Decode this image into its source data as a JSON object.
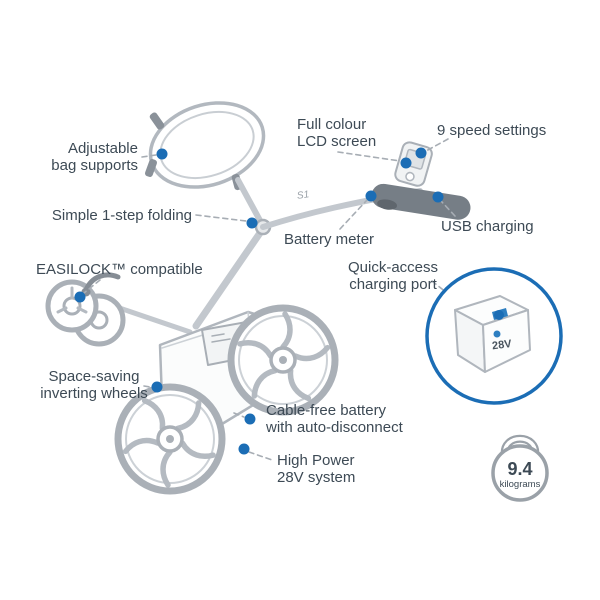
{
  "colors": {
    "accent_blue": "#1b6db5",
    "art_gray": "#b2b8bf",
    "text": "#3d4a55",
    "leader_gray": "#a7adb4"
  },
  "labels": {
    "adjustable_bag": "Adjustable\nbag supports",
    "full_colour_lcd": "Full colour\nLCD screen",
    "nine_speed": "9 speed settings",
    "simple_folding": "Simple 1-step folding",
    "battery_meter": "Battery meter",
    "usb_charging": "USB charging",
    "easilock": "EASILOCK™ compatible",
    "quick_access": "Quick-access\ncharging port",
    "space_saving": "Space-saving\ninverting wheels",
    "cable_free": "Cable-free battery\nwith auto-disconnect",
    "high_power": "High Power\n28V system"
  },
  "trolley": {
    "model_label": "S1"
  },
  "inset": {
    "battery_voltage": "28V"
  },
  "weight_badge": {
    "value": "9.4",
    "unit": "kilograms"
  }
}
